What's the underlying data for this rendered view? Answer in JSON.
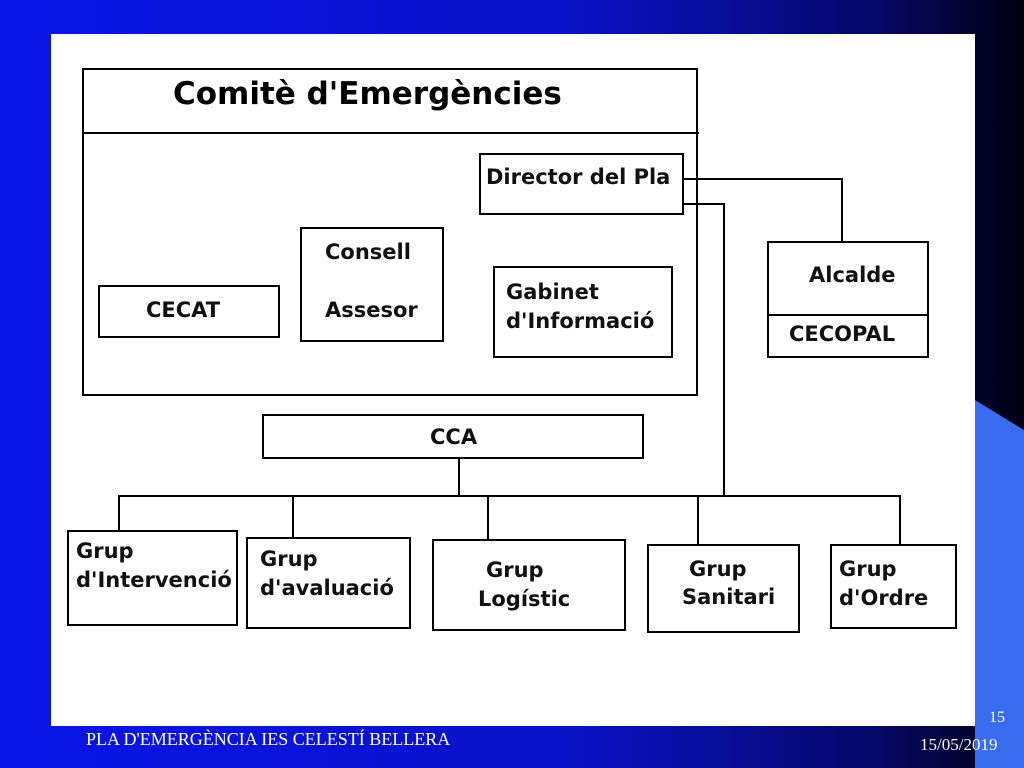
{
  "committee": {
    "title": "Comitè d'Emergències"
  },
  "nodes": {
    "director": "Director del Pla",
    "consell_1": "Consell",
    "consell_2": "Assesor",
    "gabinet_1": "Gabinet",
    "gabinet_2": "d'Informació",
    "cecat": "CECAT",
    "alcalde": "Alcalde",
    "cecopal": "CECOPAL",
    "cca": "CCA",
    "grups": [
      {
        "l1": "Grup",
        "l2": "d'Intervenció"
      },
      {
        "l1": "Grup",
        "l2": "d'avaluació"
      },
      {
        "l1": "Grup",
        "l2": "Logístic"
      },
      {
        "l1": "Grup",
        "l2": "Sanitari"
      },
      {
        "l1": "Grup",
        "l2": "d'Ordre"
      }
    ]
  },
  "footer": {
    "left": "PLA D'EMERGÈNCIA IES CELESTÍ BELLERA",
    "page": "15",
    "date": "15/05/2019"
  },
  "colors": {
    "background": "#0a14e8",
    "accent": "#3a6cf0",
    "slide": "#ffffff"
  }
}
